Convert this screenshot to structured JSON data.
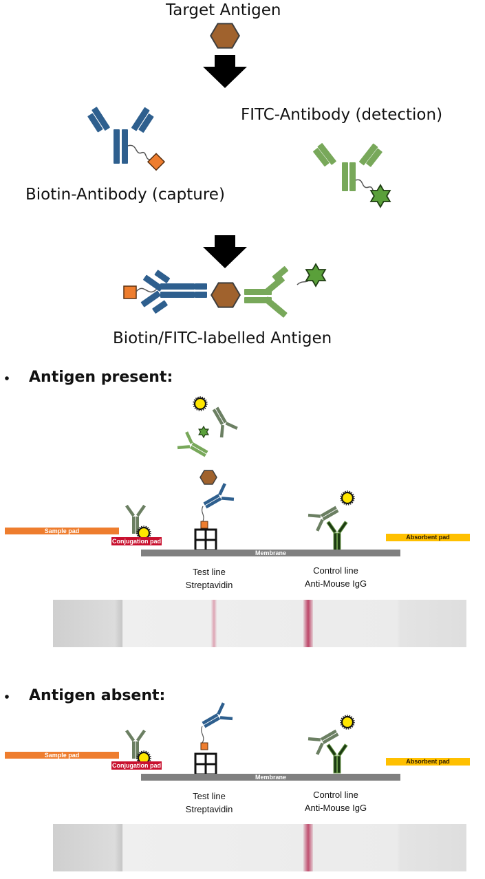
{
  "top": {
    "target_antigen": "Target Antigen",
    "biotin_antibody": "Biotin-Antibody (capture)",
    "fitc_antibody": "FITC-Antibody (detection)",
    "complex": "Biotin/FITC-labelled Antigen"
  },
  "present": {
    "heading": "Antigen present:",
    "sample_pad": "Sample pad",
    "conjugation_pad": "Conjugation pad",
    "membrane": "Membrane",
    "absorbent_pad": "Absorbent pad",
    "test_line_1": "Test line",
    "test_line_2": "Streptavidin",
    "control_line_1": "Control line",
    "control_line_2": "Anti-Mouse IgG"
  },
  "absent": {
    "heading": "Antigen absent:",
    "sample_pad": "Sample pad",
    "conjugation_pad": "Conjugation pad",
    "membrane": "Membrane",
    "absorbent_pad": "Absorbent pad",
    "test_line_1": "Test line",
    "test_line_2": "Streptavidin",
    "control_line_1": "Control line",
    "control_line_2": "Anti-Mouse IgG"
  },
  "colors": {
    "antigen": "#a0622d",
    "capture_antibody": "#2e5f8e",
    "detection_antibody": "#78a85a",
    "biotin": "#ee7d2e",
    "fitc": "#5aa03a",
    "gold": "#ffe600",
    "sample_pad": "#ee7d2e",
    "conjugation_pad": "#c8102e",
    "membrane": "#808080",
    "absorbent_pad": "#ffc000",
    "test_band": "#c94a6b"
  },
  "strip_result": {
    "present_test_band": "visible",
    "present_control_band": "visible",
    "absent_test_band": "none",
    "absent_control_band": "visible"
  }
}
